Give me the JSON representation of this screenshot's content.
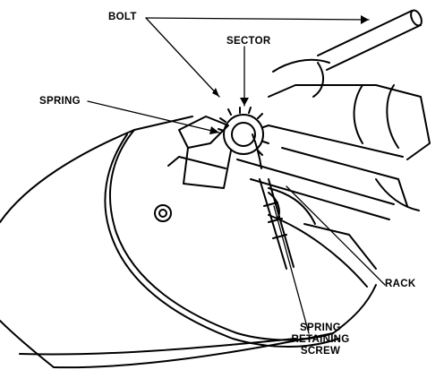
{
  "labels": {
    "bolt": "BOLT",
    "sector": "SECTOR",
    "spring": "SPRING",
    "rack": "RACK",
    "spring_retaining_screw": [
      "SPRING",
      "RETAINING",
      "SCREW"
    ]
  },
  "colors": {
    "ink": "#000000",
    "paper": "#ffffff"
  }
}
